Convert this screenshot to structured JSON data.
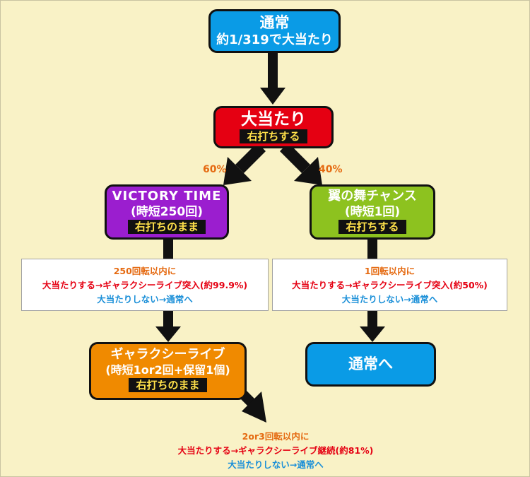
{
  "colors": {
    "background": "#f9f2c6",
    "normal_box": "#0a9be6",
    "jackpot_box": "#e50012",
    "victory_box": "#9b1ecf",
    "tsubasa_box": "#8dc21f",
    "galaxy_box": "#f08a00",
    "tag_text": "#ffe14a",
    "percent_text": "#e56a11",
    "win_text": "#e50012",
    "lose_text": "#1a8fd8"
  },
  "nodes": {
    "normal": {
      "title": "通常",
      "subtitle": "約1/319で大当たり"
    },
    "jackpot": {
      "title": "大当たり",
      "tag": "右打ちする"
    },
    "victory": {
      "title": "VICTORY TIME",
      "subtitle": "(時短250回)",
      "tag": "右打ちのまま"
    },
    "tsubasa": {
      "title": "翼の舞チャンス",
      "subtitle": "(時短1回)",
      "tag": "右打ちする"
    },
    "galaxy": {
      "title": "ギャラクシーライブ",
      "subtitle": "(時短1or2回+保留1個)",
      "tag": "右打ちのまま"
    },
    "normal_end": {
      "title": "通常へ"
    }
  },
  "branches": {
    "left_percent": "60%",
    "right_percent": "40%"
  },
  "info": {
    "victory": {
      "condition": "250回転以内に",
      "win": "大当たりする→ギャラクシーライブ突入(約99.9%)",
      "lose": "大当たりしない→通常へ"
    },
    "tsubasa": {
      "condition": "1回転以内に",
      "win": "大当たりする→ギャラクシーライブ突入(約50%)",
      "lose": "大当たりしない→通常へ"
    },
    "galaxy": {
      "condition": "2or3回転以内に",
      "win": "大当たりする→ギャラクシーライブ継続(約81%)",
      "lose": "大当たりしない→通常へ"
    }
  }
}
